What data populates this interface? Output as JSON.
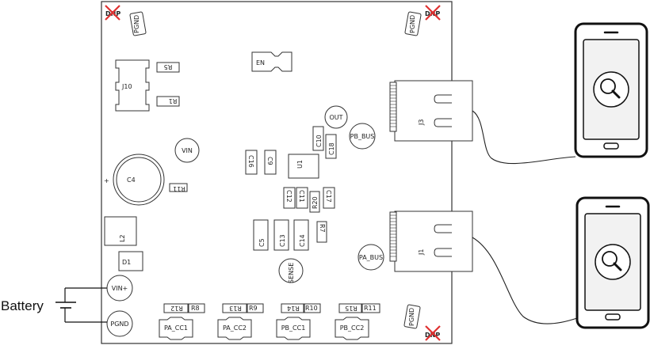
{
  "board": {
    "dnp_label": "DNP",
    "pgnd_label": "PGND",
    "designators": {
      "en": "EN",
      "j10": "J10",
      "r5": "R5",
      "r1": "R1",
      "out": "OUT",
      "pb_bus": "PB_BUS",
      "pa_bus": "PA_BUS",
      "vin": "VIN",
      "c4": "C4",
      "c4_polarity": "+",
      "r11": "R11",
      "c16": "C16",
      "c9": "C9",
      "c10": "C10",
      "c18": "C18",
      "u1": "U1",
      "c12": "C12",
      "c11": "C11",
      "r20": "R20",
      "c17": "C17",
      "l2": "L2",
      "c5": "C5",
      "c13": "C13",
      "c14": "C14",
      "r7": "R7",
      "d1": "D1",
      "sense": "SENSE",
      "vin_plus": "VIN+",
      "pgnd": "PGND",
      "j3": "J3",
      "j1": "J1"
    },
    "resistor_row": [
      "R12",
      "R8",
      "R13",
      "R9",
      "R14",
      "R10",
      "R15",
      "R11"
    ],
    "cc_pads": [
      "PA_CC1",
      "PA_CC2",
      "PB_CC1",
      "PB_CC2"
    ]
  },
  "battery": {
    "label": "Battery"
  },
  "phones": [
    {
      "name": "top-phone",
      "icon": "search-icon"
    },
    {
      "name": "bottom-phone",
      "icon": "search-icon"
    }
  ],
  "colors": {
    "dnp_cross": "#e03030",
    "outline": "#333333"
  }
}
